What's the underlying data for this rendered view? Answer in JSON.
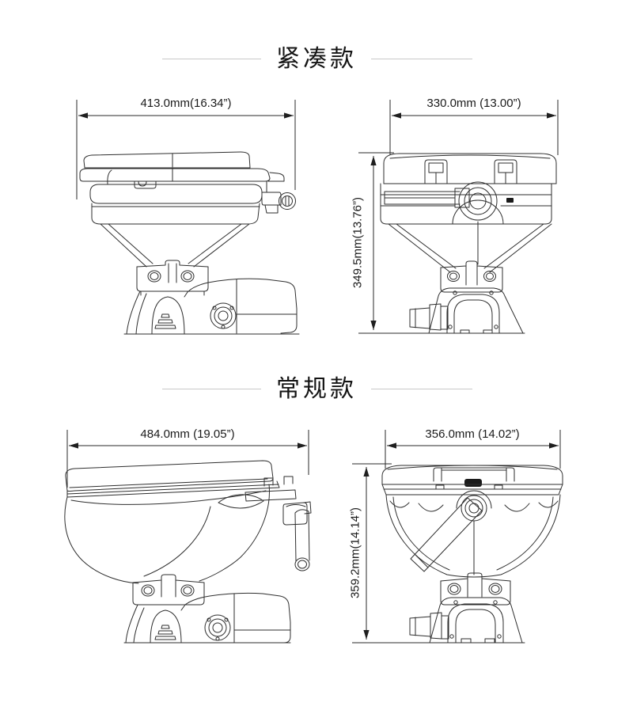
{
  "page": {
    "background": "#ffffff",
    "drawing_line_color": "#2e2e2e",
    "dimension_line_color": "#2a2a2a",
    "divider_color": "#c9c9c9",
    "text_color": "#1b1b1b"
  },
  "sections": [
    {
      "title": "紧凑款",
      "side_view": {
        "width_label": "413.0mm(16.34”)"
      },
      "front_view": {
        "width_label": "330.0mm (13.00”)",
        "height_label": "349.5mm(13.76”)"
      }
    },
    {
      "title": "常规款",
      "side_view": {
        "width_label": "484.0mm (19.05”)"
      },
      "front_view": {
        "width_label": "356.0mm (14.02”)",
        "height_label": "359.2mm(14.14”)"
      }
    }
  ]
}
